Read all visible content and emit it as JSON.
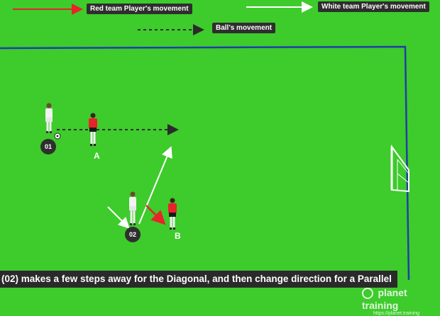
{
  "legend": {
    "red_label": "Red team Player's movement",
    "white_label": "White team Player's movement",
    "ball_label": "Ball's movement"
  },
  "players": {
    "p01": "01",
    "p02": "02",
    "markA": "A",
    "markB": "B"
  },
  "caption": "(02) makes a few steps away for the Diagonal, and then change direction for a Parallel",
  "watermark": {
    "name": "planet training",
    "url": "https://planet.training"
  },
  "colors": {
    "pitch": "#3ecb2c",
    "boundary": "#1f3fa8",
    "red_team": "#e8232a",
    "white_team": "#ffffff",
    "ball_path": "#2b2b2b"
  }
}
